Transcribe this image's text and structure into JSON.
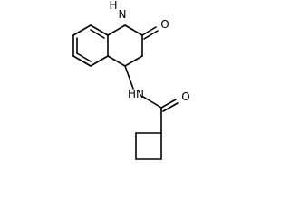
{
  "molecule": {
    "atoms": {
      "ring_nh": {
        "text": "N",
        "sub": "H"
      },
      "ring_carbonyl_o": {
        "text": "O"
      },
      "amide_nh": {
        "text": "HN"
      },
      "amide_o": {
        "text": "O"
      }
    }
  },
  "colors": {
    "background": "#ffffff",
    "bond": "#000000",
    "label": "#000000"
  }
}
